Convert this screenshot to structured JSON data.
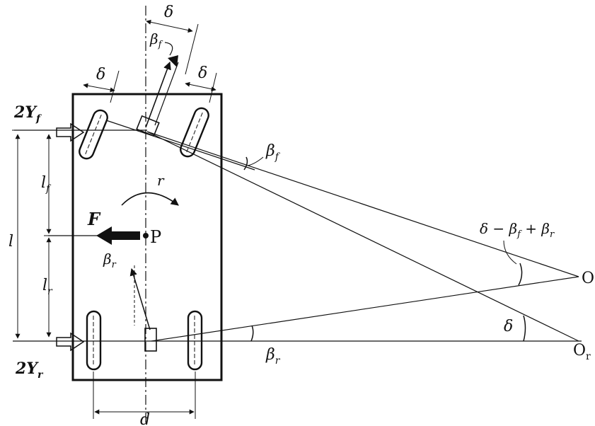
{
  "labels": {
    "delta_top": "δ",
    "beta_f_top": "β",
    "beta_f_top_sub": "f",
    "delta_front_left": "δ",
    "delta_front_right": "δ",
    "two_yf": "2Y",
    "two_yf_sub": "f",
    "beta_f_mid": "β",
    "beta_f_mid_sub": "f",
    "l_f": "l",
    "l_f_sub": "f",
    "r": "r",
    "F": "F",
    "P": "P",
    "l": "l",
    "beta_r": "β",
    "beta_r_sub": "r",
    "l_r": "l",
    "l_r_sub": "r",
    "two_yr": "2Y",
    "two_yr_sub": "r",
    "d": "d",
    "beta_r_bottom": "β",
    "beta_r_bottom_sub": "r",
    "combo_angle": "δ − β",
    "combo_sub_f": "f",
    "combo_plus": " + β",
    "combo_sub_r": "r",
    "O": "O",
    "delta_right": "δ",
    "O_r": "O",
    "O_r_sub": "r"
  }
}
